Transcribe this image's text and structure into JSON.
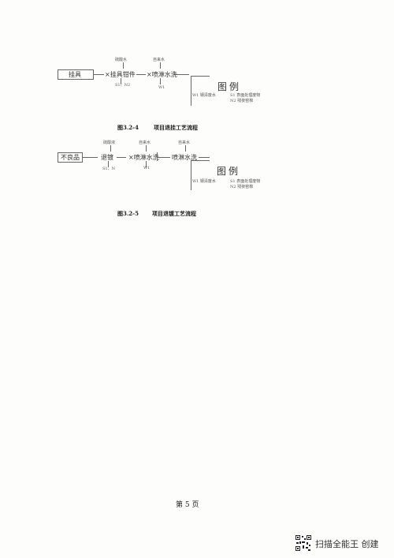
{
  "diagram1": {
    "nodes": [
      "挂具",
      "×挂具钳件",
      "×喷淋水洗"
    ],
    "inputs": [
      "硫酸水",
      "自来水"
    ],
    "outputs": [
      "S1、N2",
      "W1"
    ],
    "legend_title": "图例",
    "legend_items": [
      "W1 钢清废水",
      "S1 表面处理废物",
      "N2 残夜窑棉"
    ],
    "caption_num": "图3.2-4",
    "caption_text": "项目退挂工艺流程"
  },
  "diagram2": {
    "nodes": [
      "不良品",
      "退镀",
      "×喷淋水洗",
      "喷淋水洗"
    ],
    "inputs": [
      "硫酸液",
      "自来水",
      "自来水"
    ],
    "outputs": [
      "S1、N",
      "W1"
    ],
    "legend_title": "图例",
    "legend_items": [
      "W1 钢清废水",
      "S1 表面处理废物",
      "N2 残夜窑棉"
    ],
    "caption_num": "图3.2-5",
    "caption_text": "项目退镀工艺流程"
  },
  "footer": {
    "page": "第 5 页"
  },
  "watermark": {
    "text": "扫描全能王 创建"
  }
}
